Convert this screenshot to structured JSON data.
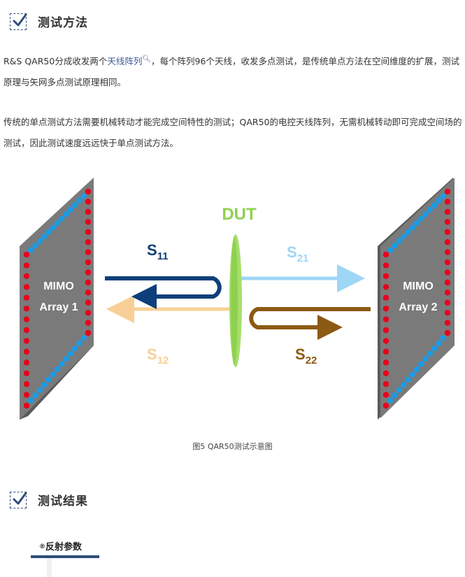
{
  "section1": {
    "title": "测试方法"
  },
  "paragraph1": {
    "before": "R&S QAR50分成收发两个",
    "link": "天线阵列",
    "after": "，每个阵列96个天线，收发多点测试，是传统单点方法在空间维度的扩展，测试原理与矢网多点测试原理相同。"
  },
  "paragraph2": {
    "text": "传统的单点测试方法需要机械转动才能完成空间特性的测试；QAR50的电控天线阵列，无需机械转动即可完成空间场的测试，因此测试速度远远快于单点测试方法。"
  },
  "figure": {
    "dut_label": "DUT",
    "array1_line1": "MIMO",
    "array1_line2": "Array 1",
    "array2_line1": "MIMO",
    "array2_line2": "Array 2",
    "s11": "S",
    "s11_sub": "11",
    "s21": "S",
    "s21_sub": "21",
    "s12": "S",
    "s12_sub": "12",
    "s22": "S",
    "s22_sub": "22",
    "caption": "图5 QAR50测试示意图",
    "colors": {
      "s11": "#0f3f7a",
      "s21": "#9ed6f5",
      "s12": "#f8cf96",
      "s22": "#8c5a12",
      "dut": "#8fd14f",
      "panel": "#7a7a7a",
      "red_dot": "#e8001c",
      "blue_dot": "#1a9be6"
    }
  },
  "section2": {
    "title": "测试结果"
  },
  "subsection": {
    "marker": "®",
    "title": "反射参数"
  }
}
